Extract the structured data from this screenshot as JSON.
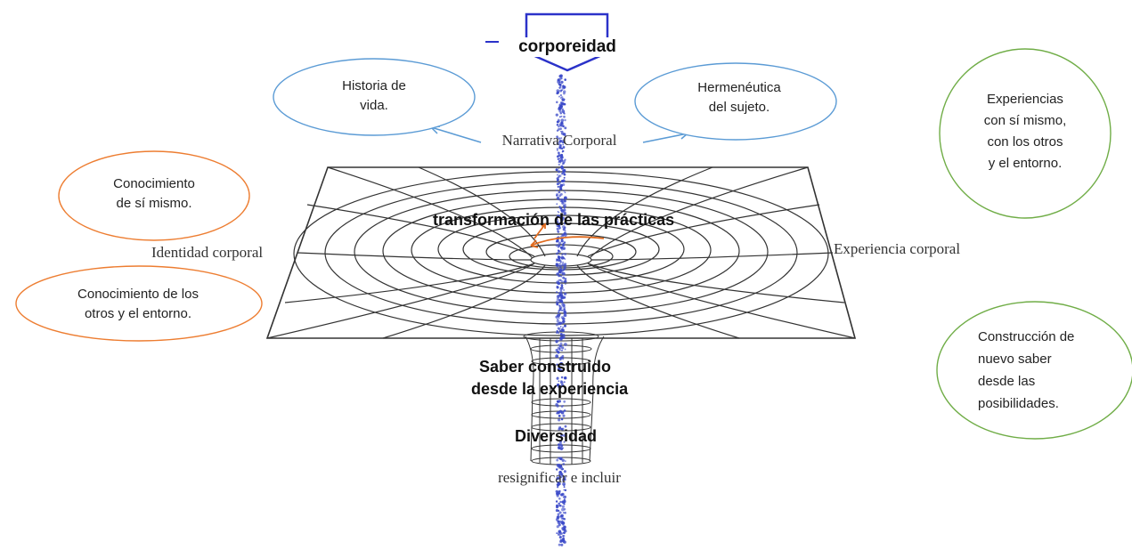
{
  "title": "corporeidad",
  "axis": {
    "top": "Narrativa Corporal",
    "left": "Identidad corporal",
    "right": "Experiencia corporal",
    "bottom": "resignificar e incluir"
  },
  "center_label": "transformación de las prácticas",
  "funnel_labels": {
    "knowledge_line1": "Saber construido",
    "knowledge_line2": "desde la experiencia",
    "diversity": "Diversidad"
  },
  "bubbles": {
    "historia": [
      "Historia de",
      "vida."
    ],
    "hermeneutica": [
      "Hermenéutica",
      "del sujeto."
    ],
    "experiencias": [
      "Experiencias",
      "con sí mismo,",
      "con los otros",
      "y el entorno."
    ],
    "conocimiento_si": [
      "Conocimiento",
      "de sí mismo."
    ],
    "conocimiento_otros": [
      "Conocimiento de los",
      "otros y el entorno."
    ],
    "construccion": [
      "Construcción de",
      "nuevo saber",
      "desde las",
      "posibilidades."
    ]
  },
  "colors": {
    "blue_ellipse": "#5b9bd5",
    "orange_ellipse": "#ed7d31",
    "green_ellipse": "#70ad47",
    "arrow_outline": "#2b32c9",
    "dots": "#3a49c8",
    "grid": "#333333"
  }
}
